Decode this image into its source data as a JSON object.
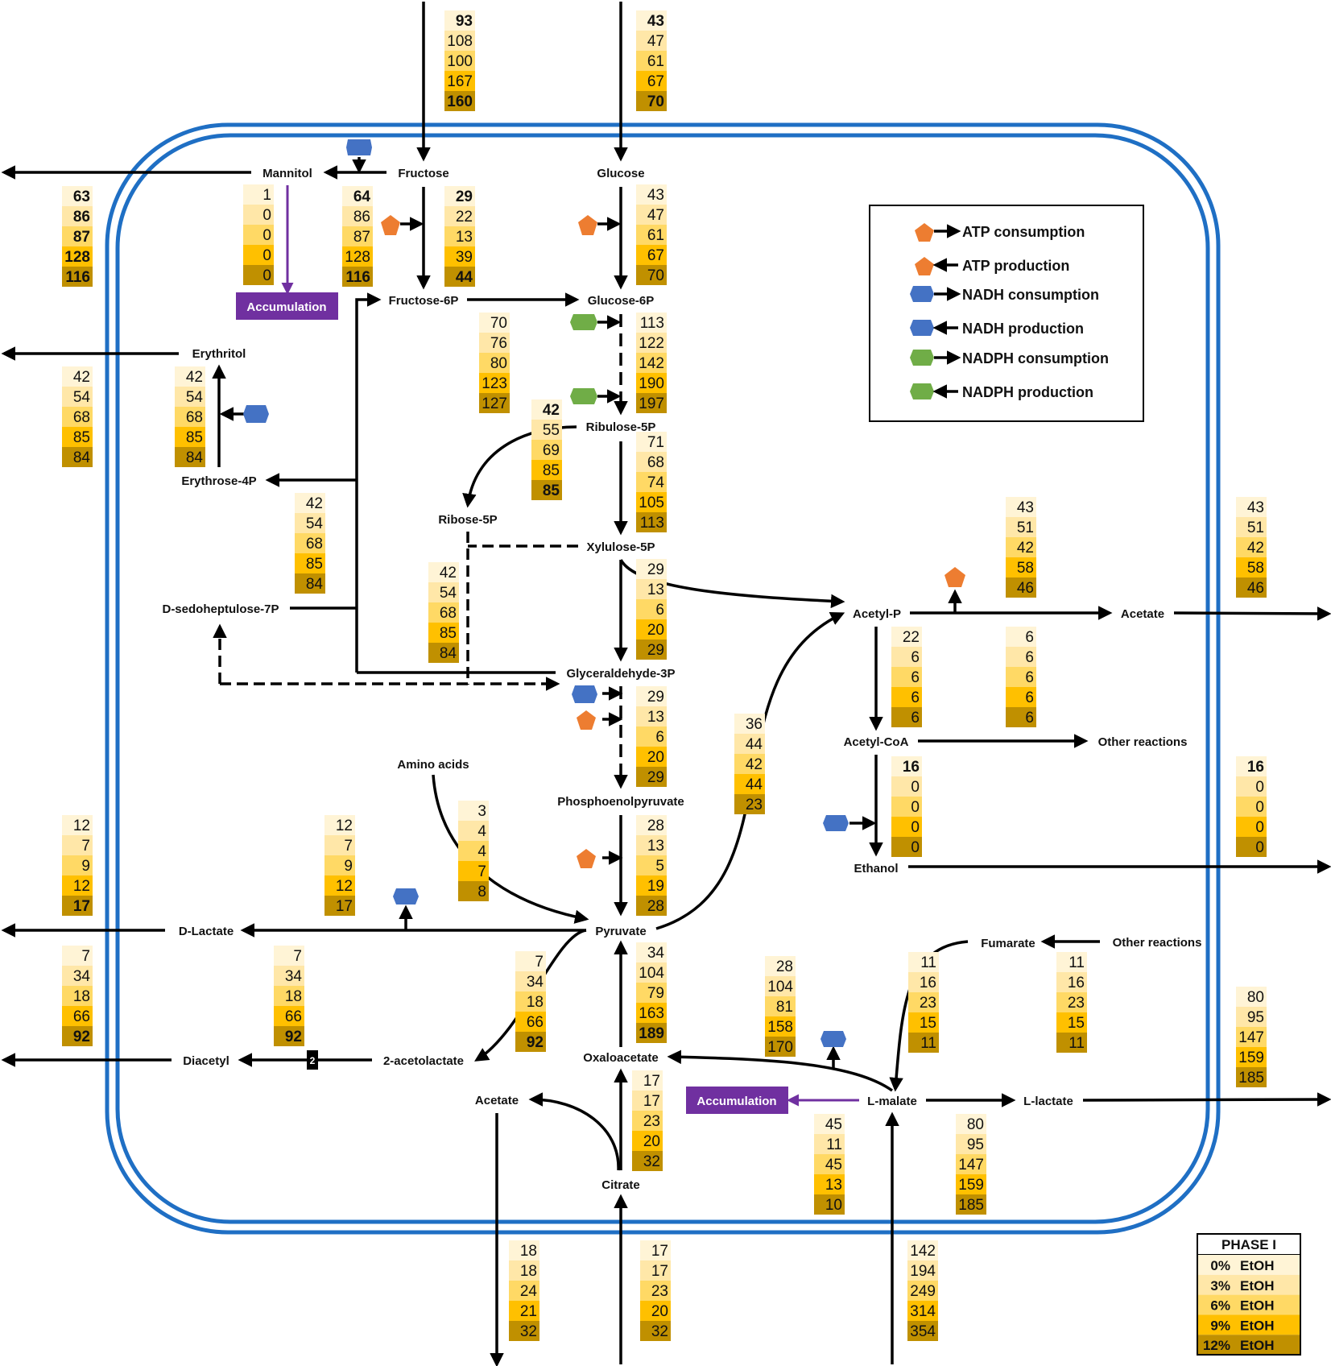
{
  "phase_colors": [
    "#fff4d6",
    "#ffe7a8",
    "#ffd965",
    "#ffc000",
    "#c09000"
  ],
  "membrane_color": "#1f6fc4",
  "accumulation_color": "#7030a0",
  "atp_color": "#ed7d31",
  "nadh_color": "#4472c4",
  "nadph_color": "#70ad47",
  "metabolites": {
    "mannitol": "Mannitol",
    "fructose": "Fructose",
    "glucose": "Glucose",
    "fructose6p": "Fructose-6P",
    "glucose6p": "Glucose-6P",
    "erythritol": "Erythritol",
    "ribulose5p": "Ribulose-5P",
    "erythrose4p": "Erythrose-4P",
    "ribose5p": "Ribose-5P",
    "xylulose5p": "Xylulose-5P",
    "sedoheptulose7p": "D-sedoheptulose-7P",
    "acetylp": "Acetyl-P",
    "acetate_out": "Acetate",
    "glyceraldehyde3p": "Glyceraldehyde-3P",
    "acetylcoa": "Acetyl-CoA",
    "other_reactions_1": "Other reactions",
    "amino_acids": "Amino acids",
    "pep": "Phosphoenolpyruvate",
    "ethanol": "Ethanol",
    "dlactate": "D-Lactate",
    "pyruvate": "Pyruvate",
    "fumarate": "Fumarate",
    "other_reactions_2": "Other reactions",
    "diacetyl": "Diacetyl",
    "acetolactate": "2-acetolactate",
    "oxaloacetate": "Oxaloacetate",
    "acetate_in": "Acetate",
    "lmalate": "L-malate",
    "llactate": "L-lactate",
    "citrate": "Citrate"
  },
  "accumulation_label": "Accumulation",
  "legend": {
    "atp_consumption": "ATP consumption",
    "atp_production": "ATP production",
    "nadh_consumption": "NADH consumption",
    "nadh_production": "NADH production",
    "nadph_consumption": "NADPH consumption",
    "nadph_production": "NADPH production"
  },
  "phase_box": {
    "title": "PHASE I",
    "rows": [
      {
        "pct": "0%",
        "label": "EtOH"
      },
      {
        "pct": "3%",
        "label": "EtOH"
      },
      {
        "pct": "6%",
        "label": "EtOH"
      },
      {
        "pct": "9%",
        "label": "EtOH"
      },
      {
        "pct": "12%",
        "label": "EtOH"
      }
    ]
  },
  "badge_2": "2",
  "flux_boxes": [
    {
      "id": "fructose_uptake",
      "values": [
        "93",
        "108",
        "100",
        "167",
        "160"
      ],
      "bold": [
        0,
        4
      ]
    },
    {
      "id": "glucose_uptake",
      "values": [
        "43",
        "47",
        "61",
        "67",
        "70"
      ],
      "bold": [
        0,
        4
      ]
    },
    {
      "id": "mannitol_export",
      "values": [
        "63",
        "86",
        "87",
        "128",
        "116"
      ],
      "bold": [
        0,
        1,
        2,
        3,
        4
      ]
    },
    {
      "id": "mannitol_accumulation",
      "values": [
        "1",
        "0",
        "0",
        "0",
        "0"
      ],
      "bold": []
    },
    {
      "id": "fructose_to_mannitol",
      "values": [
        "64",
        "86",
        "87",
        "128",
        "116"
      ],
      "bold": [
        0,
        4
      ]
    },
    {
      "id": "fructose_to_f6p",
      "values": [
        "29",
        "22",
        "13",
        "39",
        "44"
      ],
      "bold": [
        0,
        4
      ]
    },
    {
      "id": "glucose_to_g6p",
      "values": [
        "43",
        "47",
        "61",
        "67",
        "70"
      ],
      "bold": []
    },
    {
      "id": "f6p_to_g6p",
      "values": [
        "70",
        "76",
        "80",
        "123",
        "127"
      ],
      "bold": []
    },
    {
      "id": "g6p_to_ribulose5p",
      "values": [
        "113",
        "122",
        "142",
        "190",
        "197"
      ],
      "bold": []
    },
    {
      "id": "erythritol_export",
      "values": [
        "42",
        "54",
        "68",
        "85",
        "84"
      ],
      "bold": []
    },
    {
      "id": "erythrose_to_erythritol",
      "values": [
        "42",
        "54",
        "68",
        "85",
        "84"
      ],
      "bold": []
    },
    {
      "id": "ribulose_to_ribose",
      "values": [
        "42",
        "55",
        "69",
        "85",
        "85"
      ],
      "bold": [
        0,
        4
      ]
    },
    {
      "id": "ribulose_to_xylulose",
      "values": [
        "71",
        "68",
        "74",
        "105",
        "113"
      ],
      "bold": []
    },
    {
      "id": "transaldolase",
      "values": [
        "42",
        "54",
        "68",
        "85",
        "84"
      ],
      "bold": []
    },
    {
      "id": "transketolase",
      "values": [
        "42",
        "54",
        "68",
        "85",
        "84"
      ],
      "bold": []
    },
    {
      "id": "xylulose_to_g3p",
      "values": [
        "29",
        "13",
        "6",
        "20",
        "29"
      ],
      "bold": []
    },
    {
      "id": "acetylp_to_acetate",
      "values": [
        "43",
        "51",
        "42",
        "58",
        "46"
      ],
      "bold": []
    },
    {
      "id": "acetate_export",
      "values": [
        "43",
        "51",
        "42",
        "58",
        "46"
      ],
      "bold": []
    },
    {
      "id": "acetylp_to_acetylcoa",
      "values": [
        "22",
        "6",
        "6",
        "6",
        "6"
      ],
      "bold": []
    },
    {
      "id": "acetylcoa_other",
      "values": [
        "6",
        "6",
        "6",
        "6",
        "6"
      ],
      "bold": []
    },
    {
      "id": "g3p_to_pep",
      "values": [
        "29",
        "13",
        "6",
        "20",
        "29"
      ],
      "bold": []
    },
    {
      "id": "pyruvate_to_acetylp",
      "values": [
        "36",
        "44",
        "42",
        "44",
        "23"
      ],
      "bold": []
    },
    {
      "id": "acetylcoa_to_ethanol",
      "values": [
        "16",
        "0",
        "0",
        "0",
        "0"
      ],
      "bold": [
        0
      ]
    },
    {
      "id": "ethanol_export",
      "values": [
        "16",
        "0",
        "0",
        "0",
        "0"
      ],
      "bold": [
        0
      ]
    },
    {
      "id": "dlactate_export",
      "values": [
        "12",
        "7",
        "9",
        "12",
        "17"
      ],
      "bold": [
        4
      ]
    },
    {
      "id": "pyruvate_to_dlactate",
      "values": [
        "12",
        "7",
        "9",
        "12",
        "17"
      ],
      "bold": []
    },
    {
      "id": "aminoacids_to_pyruvate",
      "values": [
        "3",
        "4",
        "4",
        "7",
        "8"
      ],
      "bold": []
    },
    {
      "id": "pep_to_pyruvate",
      "values": [
        "28",
        "13",
        "5",
        "19",
        "28"
      ],
      "bold": []
    },
    {
      "id": "diacetyl_export",
      "values": [
        "7",
        "34",
        "18",
        "66",
        "92"
      ],
      "bold": [
        4
      ]
    },
    {
      "id": "acetolactate_to_diacetyl",
      "values": [
        "7",
        "34",
        "18",
        "66",
        "92"
      ],
      "bold": [
        4
      ]
    },
    {
      "id": "pyruvate_to_acetolactate",
      "values": [
        "7",
        "34",
        "18",
        "66",
        "92"
      ],
      "bold": [
        4
      ]
    },
    {
      "id": "oxaloacetate_to_pyruvate",
      "values": [
        "34",
        "104",
        "79",
        "163",
        "189"
      ],
      "bold": [
        4
      ]
    },
    {
      "id": "malate_to_oxaloacetate",
      "values": [
        "28",
        "104",
        "81",
        "158",
        "170"
      ],
      "bold": []
    },
    {
      "id": "fumarate_to_malate",
      "values": [
        "11",
        "16",
        "23",
        "15",
        "11"
      ],
      "bold": []
    },
    {
      "id": "other_to_fumarate",
      "values": [
        "11",
        "16",
        "23",
        "15",
        "11"
      ],
      "bold": []
    },
    {
      "id": "llactate_export",
      "values": [
        "80",
        "95",
        "147",
        "159",
        "185"
      ],
      "bold": []
    },
    {
      "id": "citrate_to_oxaloacetate",
      "values": [
        "17",
        "17",
        "23",
        "20",
        "32"
      ],
      "bold": []
    },
    {
      "id": "malate_accumulation",
      "values": [
        "45",
        "11",
        "45",
        "13",
        "10"
      ],
      "bold": []
    },
    {
      "id": "malate_to_llactate",
      "values": [
        "80",
        "95",
        "147",
        "159",
        "185"
      ],
      "bold": []
    },
    {
      "id": "acetate_in_export",
      "values": [
        "18",
        "18",
        "24",
        "21",
        "32"
      ],
      "bold": []
    },
    {
      "id": "citrate_uptake",
      "values": [
        "17",
        "17",
        "23",
        "20",
        "32"
      ],
      "bold": []
    },
    {
      "id": "malate_uptake",
      "values": [
        "142",
        "194",
        "249",
        "314",
        "354"
      ],
      "bold": []
    }
  ]
}
